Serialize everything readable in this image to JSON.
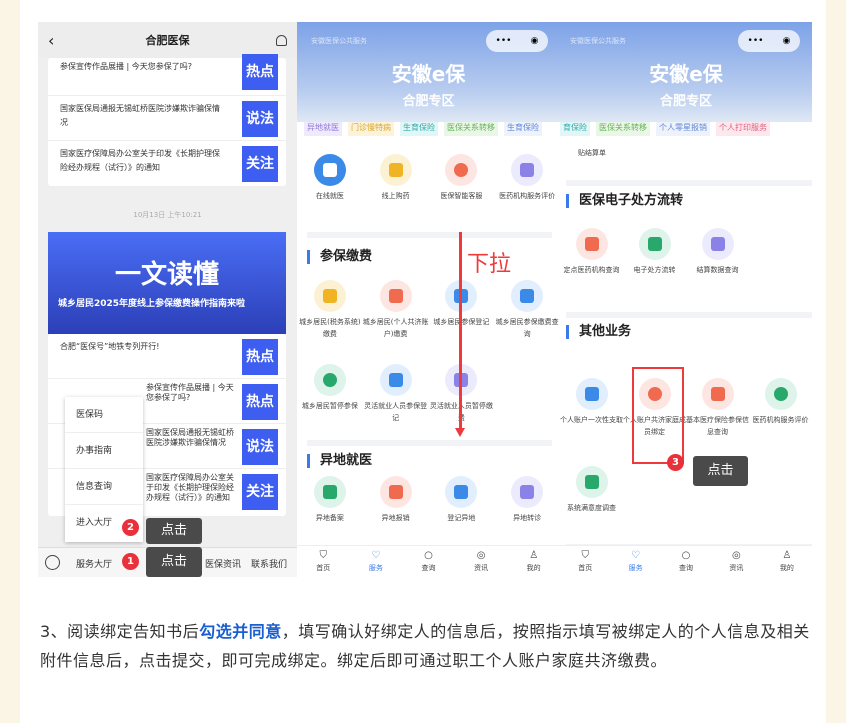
{
  "screen1": {
    "title": "合肥医保",
    "back_icon": "‹",
    "news_top": [
      {
        "text": "参保宣传作品展播 | 今天您参保了吗?",
        "tag": "热点"
      },
      {
        "text": "国家医保局通报无锡虹桥医院涉嫌欺诈骗保情况",
        "tag": "说法"
      },
      {
        "text": "国家医疗保障局办公室关于印发《长期护理保险经办规程（试行）》的通知",
        "tag": "关注"
      }
    ],
    "timestamp": "10月13日 上午10:21",
    "banner_title": "一文读懂",
    "banner_subtitle": "城乡居民2025年度线上参保缴费操作指南来啦",
    "news_bottom": [
      {
        "text": "合肥“医保号”地铁专列开行!",
        "tag": "热点"
      },
      {
        "text": "参保宣传作品展播 | 今天您参保了吗?",
        "tag": "热点"
      },
      {
        "text": "国家医保局通报无锡虹桥医院涉嫌欺诈骗保情况",
        "tag": "说法"
      },
      {
        "text": "国家医疗保障局办公室关于印发《长期护理保险经办规程（试行）》的通知",
        "tag": "关注"
      }
    ],
    "menu": [
      "医保码",
      "办事指南",
      "信息查询",
      "进入大厅"
    ],
    "bottom_menu": [
      "服务大厅",
      "医保资讯",
      "联系我们"
    ],
    "badges": [
      "1",
      "2"
    ],
    "tip": "点击"
  },
  "screen2": {
    "service_label": "安徽医保公共服务",
    "brand": "安徽e保",
    "zone": "合肥专区",
    "chips": [
      "异地就医",
      "门诊慢特病",
      "生育保险",
      "医保关系转移",
      "生育保险"
    ],
    "top_items": [
      "在线就医",
      "线上购药",
      "医保智能客服",
      "医药机构服务评价"
    ],
    "section1": "参保缴费",
    "section1_items": [
      "城乡居民(税务系统)缴费",
      "城乡居民(个人共济账户)缴费",
      "城乡居民参保登记",
      "城乡居民参保缴费查询",
      "城乡居民暂停参保",
      "灵活就业人员参保登记",
      "灵活就业人员暂停缴费"
    ],
    "section2": "异地就医",
    "section2_items": [
      "异地备案",
      "异地报销",
      "登记异地",
      "异地转诊"
    ],
    "annotation": "下拉",
    "tabs": [
      "首页",
      "服务",
      "查询",
      "资讯",
      "我的"
    ]
  },
  "screen3": {
    "chips": [
      "育保险",
      "医保关系转移",
      "个人零星报销",
      "个人打印服务"
    ],
    "partial_item": "贴结算单",
    "section1": "医保电子处方流转",
    "section1_items": [
      "定点医药机构查询",
      "电子处方流转",
      "结算数据查询"
    ],
    "section2": "其他业务",
    "section2_items": [
      "个人账户一次性支取",
      "个人账户共济家庭成员绑定",
      "基本医疗保险参保信息查询",
      "医药机构服务评价",
      "系统满意度调查"
    ],
    "badge": "3",
    "tip": "点击",
    "tabs": [
      "首页",
      "服务",
      "查询",
      "资讯",
      "我的"
    ]
  },
  "caption": {
    "p1": "3、阅读绑定告知书后",
    "highlight": "勾选并同意",
    "p2": "，填写确认好绑定人的信息后，按照指示填写被绑定人的个人信息及相关附件信息后，点击提交，即可完成绑定。绑定后即可通过职工个人账户家庭共济缴费。"
  },
  "colors": {
    "accent": "#3d5ef0",
    "annotation": "#e8313a"
  }
}
